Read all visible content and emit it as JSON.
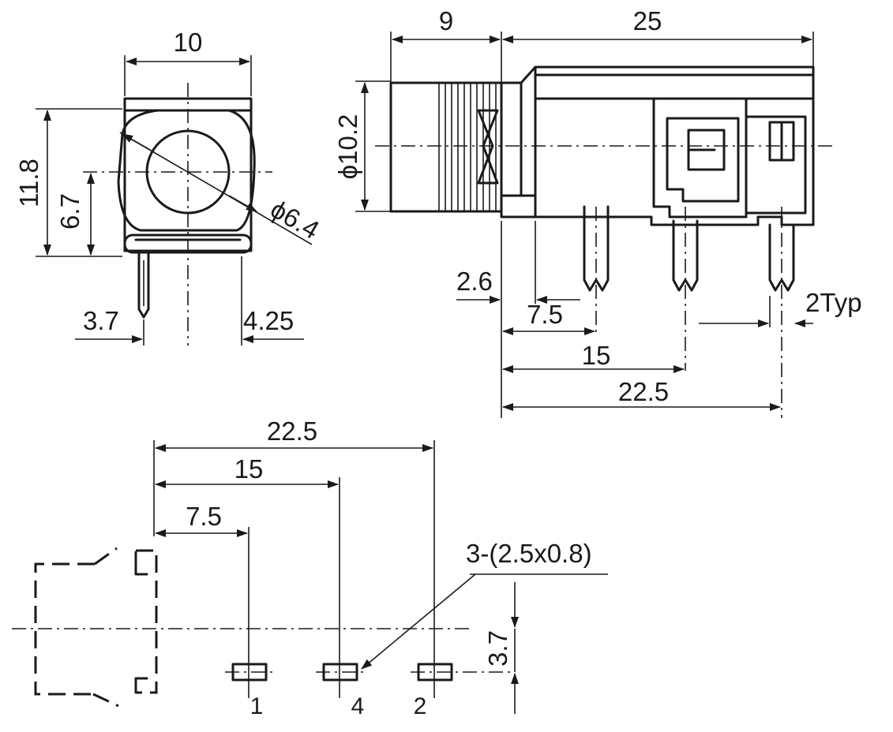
{
  "front_view": {
    "dim_width": "10",
    "dim_height": "11.8",
    "dim_center": "6.7",
    "dim_hole": "ϕ6.4",
    "dim_left": "3.7",
    "dim_right": "4.25"
  },
  "side_view": {
    "dim_front": "9",
    "dim_body": "25",
    "dim_diameter": "ϕ10.2",
    "dim_offset": "2.6",
    "dim_pin1": "7.5",
    "dim_pin2": "15",
    "dim_pin3": "22.5",
    "dim_pin_width": "2Typ"
  },
  "footprint": {
    "dim_total": "22.5",
    "dim_mid": "15",
    "dim_first": "7.5",
    "pad_note": "3-(2.5x0.8)",
    "dim_vertical": "3.7",
    "pin_labels": [
      "1",
      "4",
      "2"
    ]
  },
  "colors": {
    "line": "#1a1a1a",
    "background": "#ffffff"
  }
}
